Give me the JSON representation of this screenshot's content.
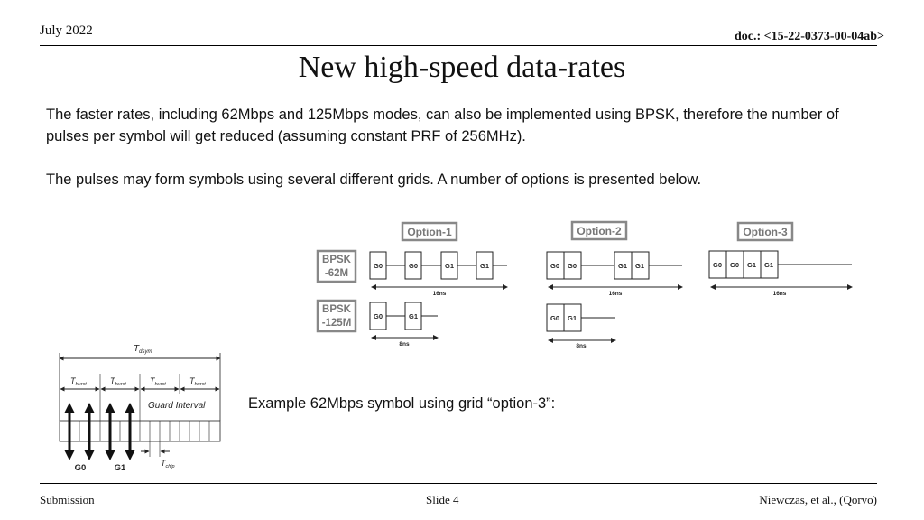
{
  "header": {
    "date": "July 2022",
    "doc": "doc.: <15-22-0373-00-04ab>"
  },
  "title": "New high-speed data-rates",
  "body": {
    "paragraph1": "The faster rates, including 62Mbps and 125Mbps modes, can also be implemented using BPSK, therefore the number of pulses per symbol will get reduced (assuming constant PRF of 256MHz).",
    "paragraph2": "The pulses may form symbols using several different grids. A number of options is presented below.",
    "caption": "Example 62Mbps symbol using grid “option-3”:"
  },
  "options_diagram": {
    "option_labels": [
      "Option-1",
      "Option-2",
      "Option-3"
    ],
    "row_labels": {
      "bpsk62_line1": "BPSK",
      "bpsk62_line2": "-62M",
      "bpsk125_line1": "BPSK",
      "bpsk125_line2": "-125M"
    },
    "pulse_g0": "G0",
    "pulse_g1": "G1",
    "dim_16ns": "16ns",
    "dim_8ns": "8ns"
  },
  "symbol_diagram": {
    "t_sym": "T",
    "t_sym_sub": "dsym",
    "t_burst": "T",
    "t_burst_sub": "burst",
    "guard_interval": "Guard Interval",
    "t_chip": "T",
    "t_chip_sub": "chip",
    "g0": "G0",
    "g1": "G1"
  },
  "footer": {
    "left": "Submission",
    "center": "Slide 4",
    "right": "Niewczas, et al., (Qorvo)"
  }
}
